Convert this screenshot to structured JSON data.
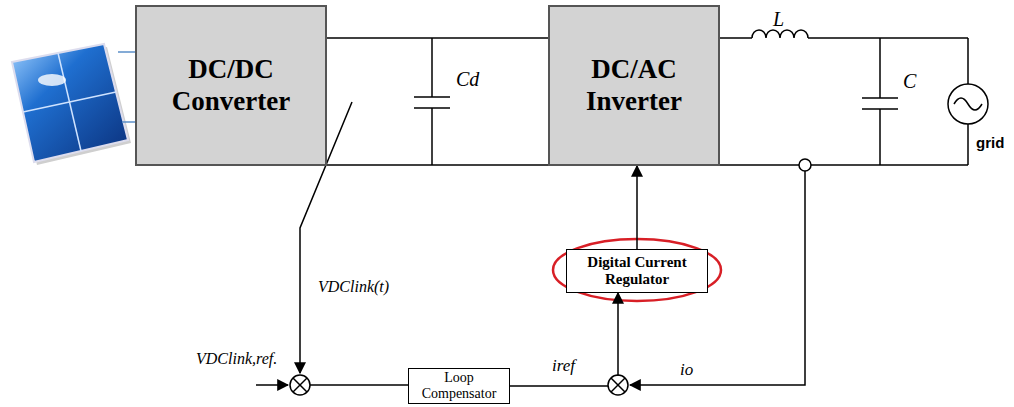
{
  "diagram": {
    "nodes": [
      {
        "text": [
          "DC/DC Converter"
        ]
      },
      {
        "text": [
          "DC/AC Inverter"
        ]
      },
      {
        "text": [
          "Digital Current Regulator"
        ]
      },
      {
        "text": [
          "Loop Compensator"
        ]
      }
    ],
    "edges": [
      {
        "from": 0,
        "to": 1,
        "arrow": "none"
      },
      {
        "from": 0,
        "to": 1,
        "arrow": "none"
      },
      {
        "from": 2,
        "to": 1,
        "arrow": "to"
      },
      {
        "from": 3,
        "to": 2,
        "label": "iref",
        "arrow": "to"
      }
    ],
    "labels": [
      "Cd",
      "L",
      "C",
      "grid",
      "VDClink(t)",
      "VDClink,ref.",
      "io"
    ]
  }
}
